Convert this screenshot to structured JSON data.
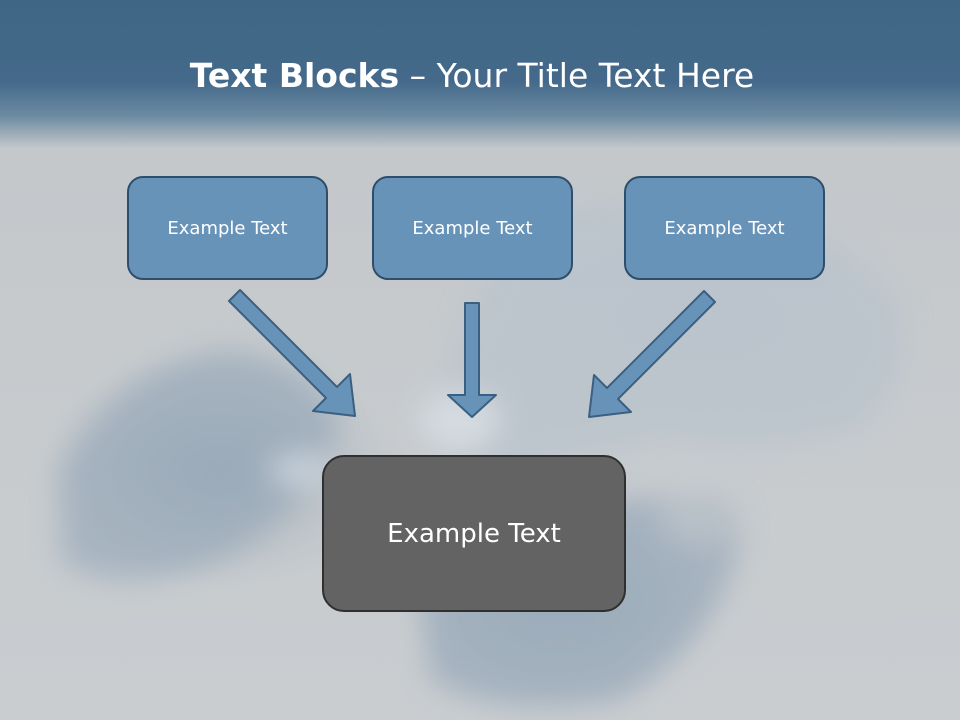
{
  "title": {
    "bold": "Text Blocks",
    "rest": " – Your Title Text Here"
  },
  "blocks": {
    "left": "Example Text",
    "center": "Example Text",
    "right": "Example Text",
    "bottom": "Example Text"
  },
  "colors": {
    "header": "#44698a",
    "small_box_fill": "#6893b8",
    "small_box_border": "#2e4e6b",
    "large_box_fill": "#636363",
    "arrow_fill": "#6893b8",
    "arrow_stroke": "#3b5f80"
  }
}
